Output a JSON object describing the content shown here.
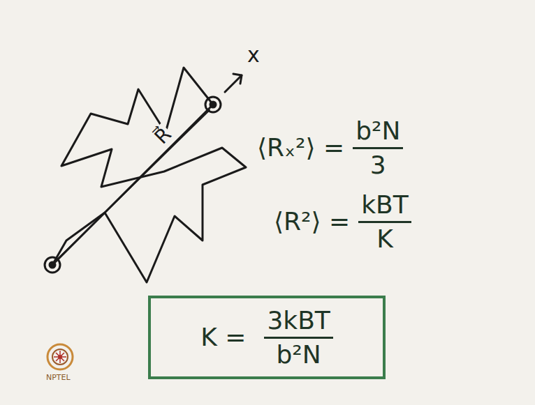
{
  "diagram": {
    "nodes": [
      {
        "text": [
          "K =",
          "3kBT",
          "b²N"
        ]
      }
    ],
    "labels": [
      "R⃗",
      "x",
      "⟨Rₓ²⟩ =",
      "b²N",
      "3",
      "⟨R²⟩ =",
      "kBT",
      "K",
      "NPTEL"
    ]
  }
}
